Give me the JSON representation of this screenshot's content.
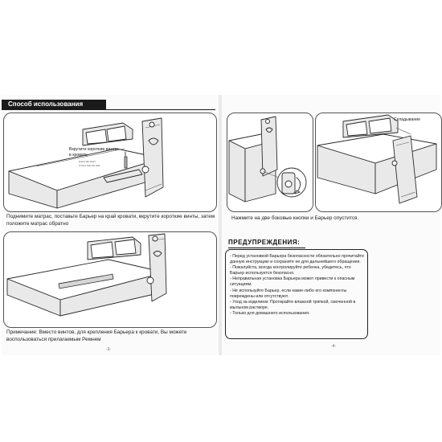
{
  "left_page": {
    "section_title": "Способ использования",
    "panel1_callout_ru": "Вкрутите короткие винты\nв кровать",
    "panel1_callout_en": "Insert the short\nscrews into the bed.",
    "caption1": "Поднимите матрас, поставьте Барьер на край кровати, вкрутите короткие винты, затем положите матрас обратно",
    "caption2": "Примечание: Вместо винтов, для крепления Барьера к кровати, Вы можете воспользоваться прилагаемым Ремнем",
    "page_number": "-3-"
  },
  "right_page": {
    "callout_fold": "Складывание",
    "caption": "Нажмите на две боковые кнопки и Барьер опустится.",
    "warnings_title": "ПРЕДУПРЕЖДЕНИЯ:",
    "warnings": [
      "- Перед установкой Барьера безопасности обязательно прочитайте данную инструкцию и сохраните ее для дальнейшего обращения.",
      "- Пожалуйста, всегда контролируйте ребенка, убедитесь, что Барьер используется безопасно.",
      "- Неправильная установка Барьера может привести к опасным ситуациям.",
      "- Не используйте Барьер, если какие-либо его компоненты повреждены или отсутствуют.",
      "- Уход за изделием: Протирайте влажной тряпкой, смоченной в мыльном растворе.",
      "- Только для домашнего использования."
    ],
    "page_number": "-4-"
  },
  "icons": [
    "bed-rail-illustration",
    "bed-rail-folded-illustration",
    "button-press-detail",
    "arrow-icon"
  ]
}
